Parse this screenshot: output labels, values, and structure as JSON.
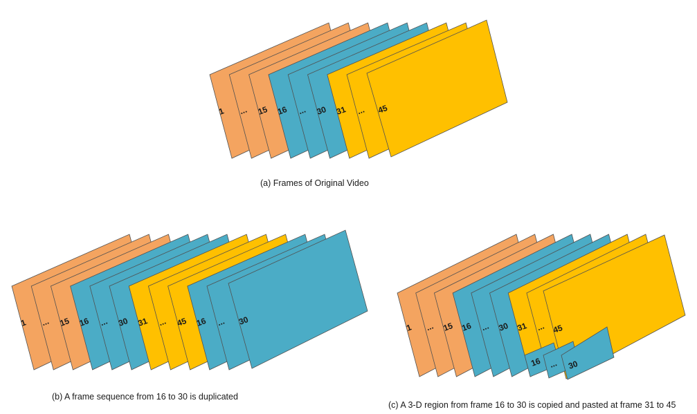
{
  "colors": {
    "orange": "#F4A460",
    "teal": "#4BACC6",
    "gold": "#FFC000",
    "border": "#505050"
  },
  "panels": [
    {
      "id": "a",
      "caption": "(a) Frames of Original Video",
      "frames": [
        {
          "color": "orange",
          "label": "1"
        },
        {
          "color": "orange",
          "label": "..."
        },
        {
          "color": "orange",
          "label": "15"
        },
        {
          "color": "teal",
          "label": "16"
        },
        {
          "color": "teal",
          "label": "..."
        },
        {
          "color": "teal",
          "label": "30"
        },
        {
          "color": "gold",
          "label": "31"
        },
        {
          "color": "gold",
          "label": "..."
        },
        {
          "color": "gold",
          "label": "45"
        }
      ]
    },
    {
      "id": "b",
      "caption": "(b) A frame sequence from 16 to 30 is duplicated",
      "frames": [
        {
          "color": "orange",
          "label": "1"
        },
        {
          "color": "orange",
          "label": "..."
        },
        {
          "color": "orange",
          "label": "15"
        },
        {
          "color": "teal",
          "label": "16"
        },
        {
          "color": "teal",
          "label": "..."
        },
        {
          "color": "teal",
          "label": "30"
        },
        {
          "color": "gold",
          "label": "31"
        },
        {
          "color": "gold",
          "label": "..."
        },
        {
          "color": "gold",
          "label": "45"
        },
        {
          "color": "teal",
          "label": "16"
        },
        {
          "color": "teal",
          "label": "..."
        },
        {
          "color": "teal",
          "label": "30"
        }
      ]
    },
    {
      "id": "c",
      "caption": "(c) A 3-D region from frame 16 to 30 is copied and pasted at frame 31 to 45",
      "frames": [
        {
          "color": "orange",
          "label": "1"
        },
        {
          "color": "orange",
          "label": "..."
        },
        {
          "color": "orange",
          "label": "15"
        },
        {
          "color": "teal",
          "label": "16"
        },
        {
          "color": "teal",
          "label": "..."
        },
        {
          "color": "teal",
          "label": "30"
        },
        {
          "color": "gold",
          "label": "31"
        },
        {
          "color": "gold",
          "label": "..."
        },
        {
          "color": "gold",
          "label": "45"
        }
      ],
      "pasted_region": {
        "color": "teal",
        "labels": [
          "16",
          "...",
          "30"
        ]
      }
    }
  ]
}
